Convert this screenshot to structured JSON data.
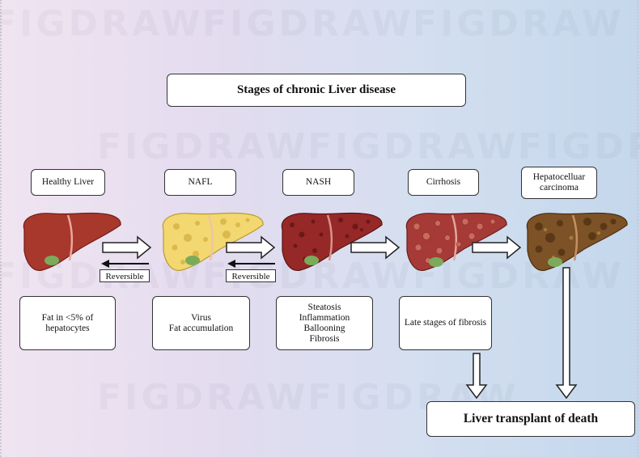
{
  "title": "Stages of chronic Liver disease",
  "watermark": "FIGDRAW",
  "stages": [
    {
      "name": "Healthy Liver",
      "info": "Fat in <5% of\nhepatocytes",
      "liver_color": "#a8382c",
      "lesion": "none"
    },
    {
      "name": "NAFL",
      "info": "Virus\nFat accumulation",
      "liver_color": "#f3d770",
      "lesion": "fat-droplets"
    },
    {
      "name": "NASH",
      "info": "Steatosis\nInflammation\nBallooning\nFibrosis",
      "liver_color": "#962828",
      "lesion": "dark-spots"
    },
    {
      "name": "Cirrhosis",
      "info": "Late stages of fibrosis",
      "liver_color": "#a53a36",
      "lesion": "nodules"
    },
    {
      "name": "Hepatocelluar\ncarcinoma",
      "info": "",
      "liver_color": "#7d5226",
      "lesion": "tumor-nodules"
    }
  ],
  "reversible_labels": [
    "Reversible",
    "Reversible"
  ],
  "final_outcome": "Liver transplant of death",
  "colors": {
    "gallbladder": "#7bab5a",
    "ligament": "#e9a7a0",
    "arrow_fill": "#ffffff",
    "arrow_stroke": "#222222"
  }
}
